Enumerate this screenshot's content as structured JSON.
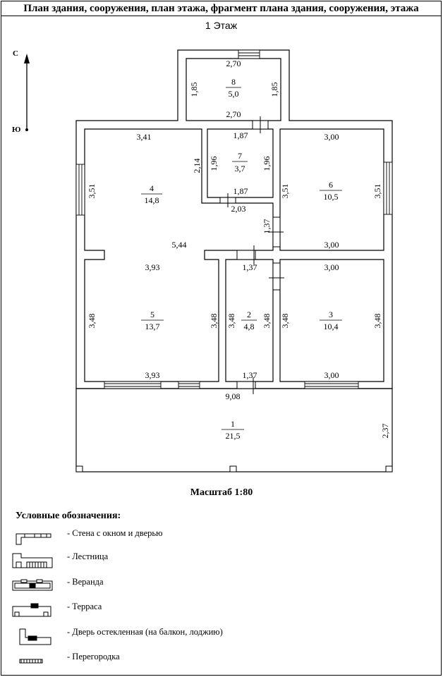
{
  "header": {
    "title": "План здания, сооружения, план этажа, фрагмент плана здания, сооружения, этажа"
  },
  "plan": {
    "floor_title": "1 Этаж",
    "compass": {
      "north": "С",
      "south": "Ю"
    },
    "rooms": [
      {
        "number": "1",
        "area": "21,5"
      },
      {
        "number": "2",
        "area": "4,8"
      },
      {
        "number": "3",
        "area": "10,4"
      },
      {
        "number": "4",
        "area": "14,8"
      },
      {
        "number": "5",
        "area": "13,7"
      },
      {
        "number": "6",
        "area": "10,5"
      },
      {
        "number": "7",
        "area": "3,7"
      },
      {
        "number": "8",
        "area": "5,0"
      }
    ],
    "dimensions": {
      "r8_top": "2,70",
      "r8_left": "1,85",
      "r8_right": "1,85",
      "r8_bottom": "2,70",
      "r4_top": "3,41",
      "r4_left": "3,51",
      "r4_right": "2,14",
      "r4_mid": "5,44",
      "r7_top": "1,87",
      "r7_left": "1,96",
      "r7_right": "1,96",
      "r7_bottom": "1,87",
      "hall_top": "2,03",
      "hall_side": "1,37",
      "r6_top": "3,00",
      "r6_left": "3,51",
      "r6_right": "3,51",
      "r6_bottom": "3,00",
      "r5_top": "3,93",
      "r5_left": "3,48",
      "r5_right": "3,48",
      "r5_bottom": "3,93",
      "r2_top": "1,37",
      "r2_left": "3,48",
      "r2_right": "3,48",
      "r2_bottom": "1,37",
      "r3_top": "3,00",
      "r3_left": "3,48",
      "r3_right": "3,48",
      "r3_bottom": "3,00",
      "r1_top": "9,08",
      "r1_right": "2,37"
    },
    "scale": "Масштаб 1:80"
  },
  "legend": {
    "title": "Условные обозначения:",
    "items": [
      {
        "label": "- Стена с окном и дверью",
        "icon": "wall-window-door-icon"
      },
      {
        "label": "- Лестница",
        "icon": "stairs-icon"
      },
      {
        "label": "- Веранда",
        "icon": "veranda-icon"
      },
      {
        "label": "- Терраса",
        "icon": "terrace-icon"
      },
      {
        "label": "- Дверь остекленная (на балкон, лоджию)",
        "icon": "glazed-door-icon"
      },
      {
        "label": "- Перегородка",
        "icon": "partition-icon"
      }
    ]
  }
}
